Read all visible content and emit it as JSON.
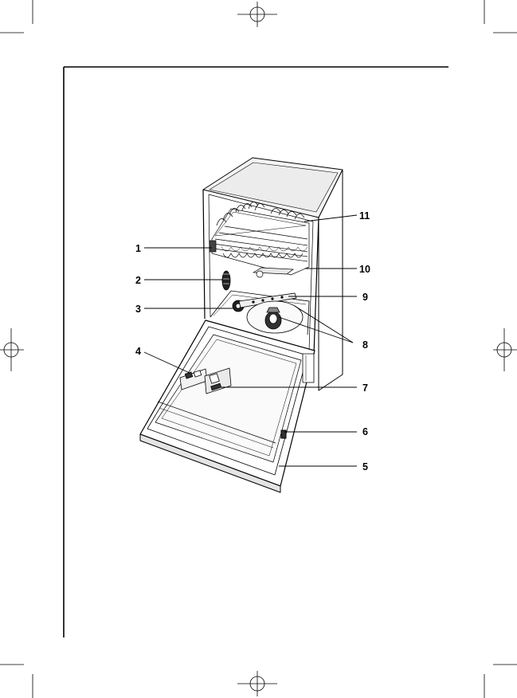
{
  "figure": {
    "description_visible_text": "",
    "callouts": [
      {
        "number": "1",
        "target": "upper-basket-side-clip"
      },
      {
        "number": "2",
        "target": "side-wall-filter-grille"
      },
      {
        "number": "3",
        "target": "water-inlet-nozzle"
      },
      {
        "number": "4",
        "target": "detergent-dispenser-left"
      },
      {
        "number": "5",
        "target": "door-lower-edge"
      },
      {
        "number": "6",
        "target": "door-hinge"
      },
      {
        "number": "7",
        "target": "rinse-aid-dispenser"
      },
      {
        "number": "8",
        "target": "filters"
      },
      {
        "number": "9",
        "target": "lower-spray-arm"
      },
      {
        "number": "10",
        "target": "upper-spray-arm"
      },
      {
        "number": "11",
        "target": "upper-basket"
      }
    ]
  },
  "colors": {
    "line": "#000000",
    "paper": "#ffffff",
    "panel_fill": "#f2f2f2",
    "shade": "#d8d8d8"
  }
}
